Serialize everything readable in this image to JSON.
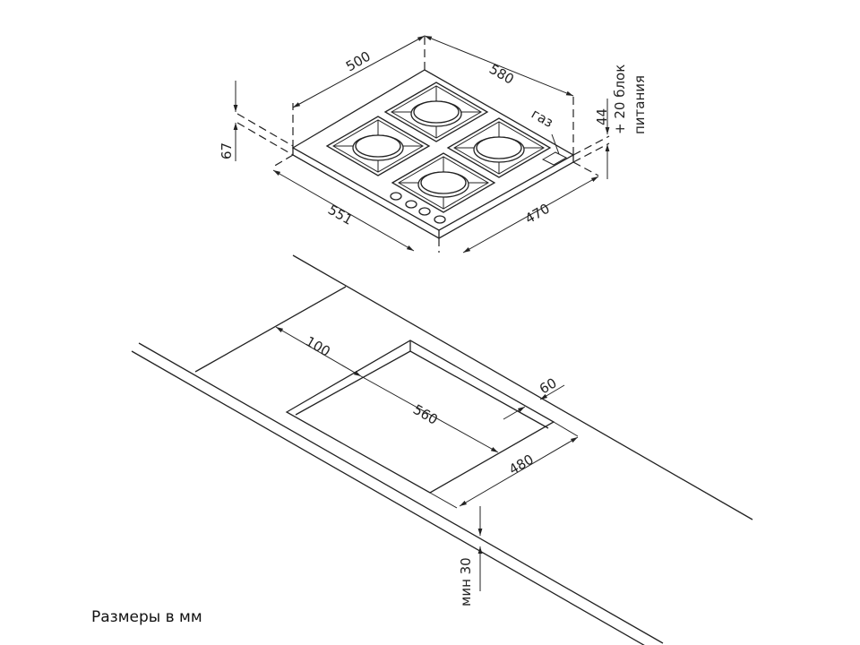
{
  "hob_dimensions": {
    "width": "500",
    "depth": "580",
    "front_width": "551",
    "front_depth": "470",
    "height": "67",
    "height_above": "44",
    "power_unit_line1": "+ 20 блок",
    "power_unit_line2": "питания",
    "gas": "газ"
  },
  "cutout_dimensions": {
    "back_offset": "100",
    "length": "560",
    "side_offset": "60",
    "width": "480",
    "min_thickness": "мин 30"
  },
  "caption": "Размеры в мм"
}
